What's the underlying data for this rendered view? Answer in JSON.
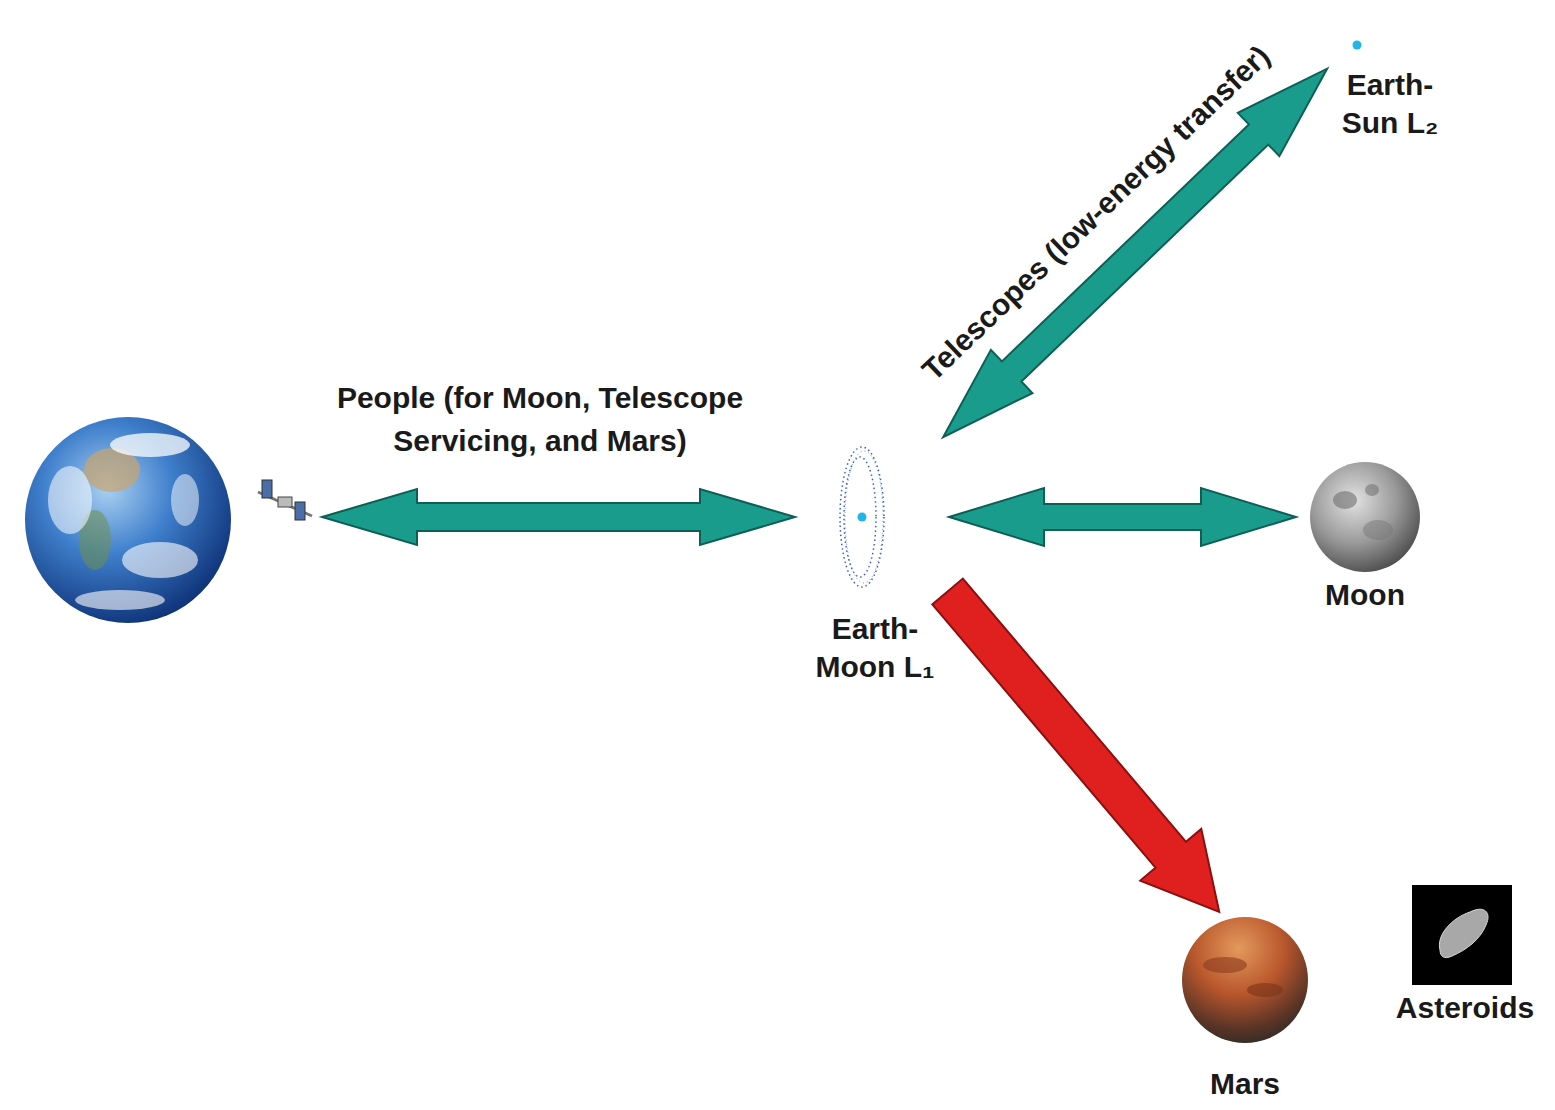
{
  "diagram": {
    "nodes": [
      {
        "text": [
          "Earth- Moon L₁"
        ]
      },
      {
        "text": [
          "Earth- Sun L₂"
        ]
      },
      {
        "text": [
          "Moon"
        ]
      },
      {
        "text": [
          "Mars"
        ]
      },
      {
        "text": [
          "Asteroids"
        ]
      }
    ],
    "edges": [
      {
        "from": 0,
        "to": 1,
        "arrow": "both",
        "label": "Telescopes (low-energy transfer)"
      },
      {
        "from": 0,
        "to": 2,
        "arrow": "both"
      },
      {
        "from": 0,
        "to": 3,
        "arrow": "to"
      }
    ],
    "labels": [
      "People (for Moon, Telescope Servicing, and Mars)"
    ]
  }
}
